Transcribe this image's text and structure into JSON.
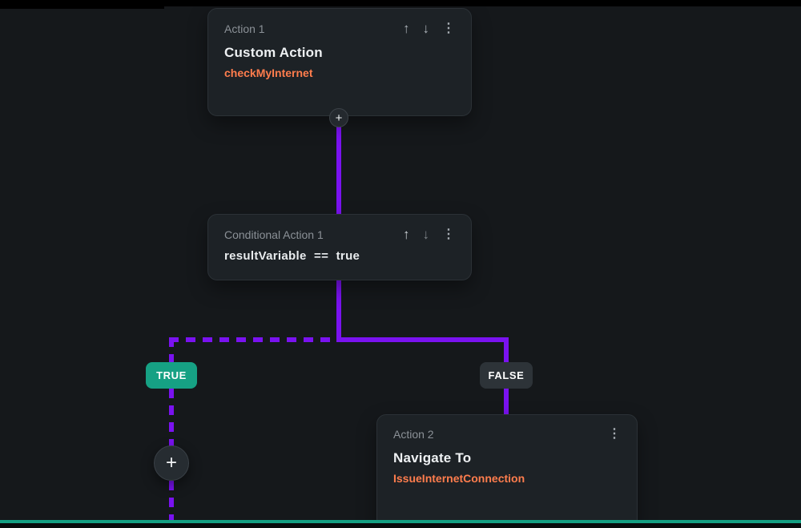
{
  "flow": {
    "action1": {
      "header": "Action 1",
      "title": "Custom Action",
      "subtitle": "checkMyInternet"
    },
    "conditional1": {
      "header": "Conditional Action 1",
      "expression": "resultVariable == true"
    },
    "action2": {
      "header": "Action 2",
      "title": "Navigate To",
      "subtitle": "IssueInternetConnection"
    },
    "true_label": "TRUE",
    "false_label": "FALSE"
  },
  "icons": {
    "move_up": "↑",
    "move_down": "↓",
    "menu": "⋮",
    "add": "+"
  },
  "colors": {
    "connector_purple": "#7a12f0",
    "true_teal": "#16a184",
    "action_orange": "#ff7d4d",
    "card_background": "#1d2226",
    "canvas_background": "#15181b"
  }
}
